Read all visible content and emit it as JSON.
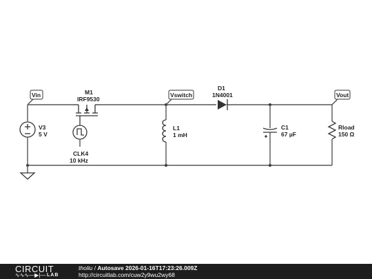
{
  "schematic": {
    "nodes": {
      "vin": "Vin",
      "vswitch": "Vswitch",
      "vout": "Vout"
    },
    "v3": {
      "name": "V3",
      "value": "5 V"
    },
    "m1": {
      "name": "M1",
      "value": "IRF9530"
    },
    "clk4": {
      "name": "CLK4",
      "value": "10 kHz"
    },
    "l1": {
      "name": "L1",
      "value": "1 mH"
    },
    "d1": {
      "name": "D1",
      "value": "1N4001"
    },
    "c1": {
      "name": "C1",
      "value": "67 µF"
    },
    "rload": {
      "name": "Rload",
      "value": "150 Ω"
    }
  },
  "footer": {
    "logo_top": "CIRCUIT",
    "logo_bottom": "LAB",
    "user": "tholiu",
    "separator": " / ",
    "title": "Autosave 2026-01-16T17:23:26.009Z",
    "url": "http://circuitlab.com/cuw2y9wu2wy68"
  }
}
